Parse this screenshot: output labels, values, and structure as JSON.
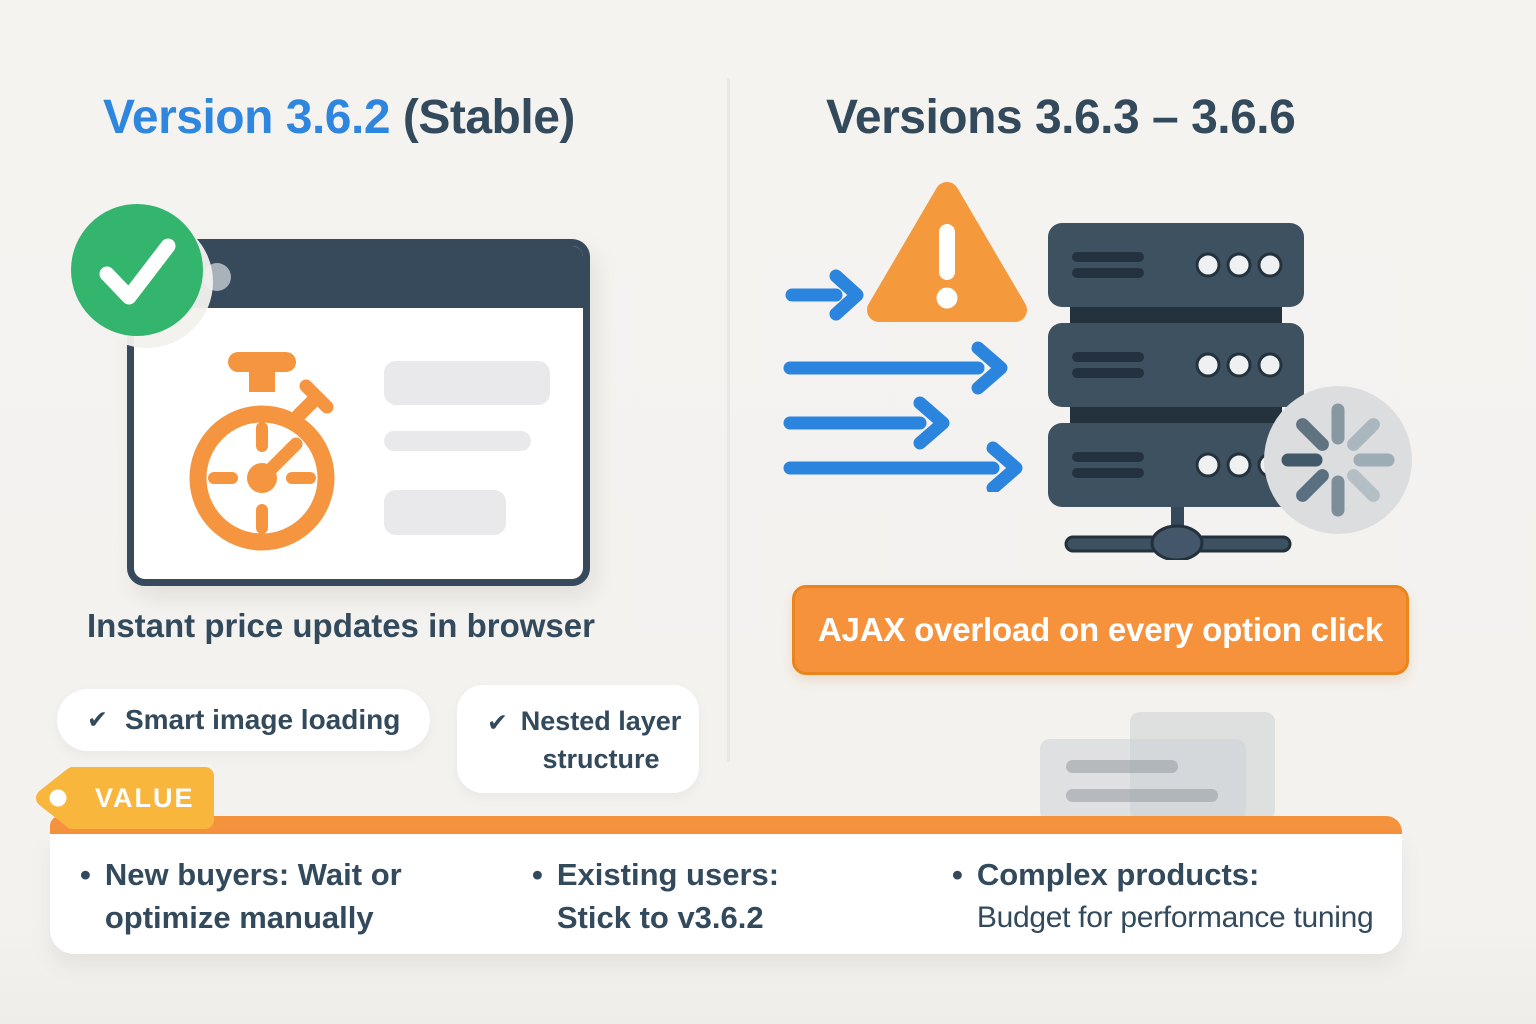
{
  "colors": {
    "background": "#f4f2ef",
    "accent_blue": "#2f86de",
    "dark_slate": "#334a5e",
    "orange": "#f6923b",
    "amber_tag": "#f9b63c",
    "green": "#33b56d",
    "arrow_blue": "#2b84dd",
    "server_slate": "#3d5160",
    "placeholder_gray": "#e9e9eb"
  },
  "left_column": {
    "title_version": "Version 3.6.2",
    "title_suffix": "(Stable)",
    "caption": "Instant price updates in browser",
    "badge_check_glyph": "✔",
    "badges": [
      {
        "label": "Smart image loading"
      },
      {
        "label": "Nested layer structure"
      }
    ],
    "icons": [
      "check-circle",
      "browser-window",
      "stopwatch"
    ]
  },
  "right_column": {
    "title": "Versions 3.6.3 – 3.6.6",
    "banner_label": "AJAX overload on every option click",
    "icons": [
      "warning-triangle",
      "request-arrows",
      "server-stack",
      "network-hub",
      "loading-spinner",
      "ghost-cards"
    ]
  },
  "value_section": {
    "tag_label": "VALUE",
    "bullet_glyph": "•",
    "bullets": [
      {
        "line1": "New buyers: Wait or",
        "line2": "optimize manually"
      },
      {
        "line1": "Existing users:",
        "line2": "Stick to v3.6.2"
      },
      {
        "line1": "Complex products:",
        "line2": "Budget for performance tuning"
      }
    ]
  }
}
